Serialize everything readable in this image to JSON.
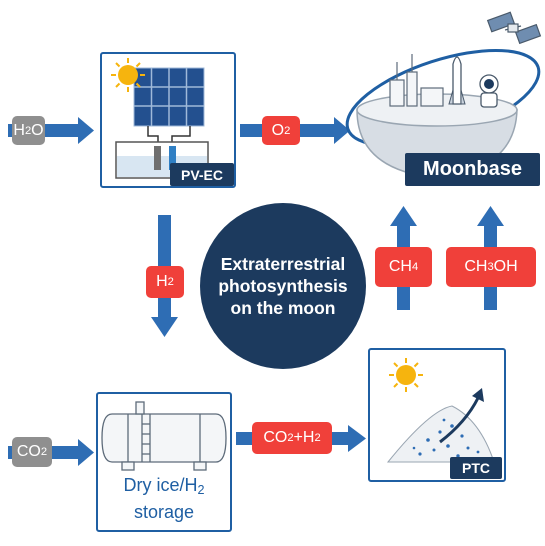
{
  "diagram": {
    "center_label_lines": [
      "Extraterrestrial",
      "photosynthesis",
      "on the moon"
    ],
    "pvec_label": "PV-EC",
    "moonbase_label": "Moonbase",
    "ptc_label": "PTC",
    "storage_label": {
      "line1_pre": "Dry ice/H",
      "line1_sub": "2",
      "line2": "storage"
    },
    "tags": {
      "h2o": {
        "main": "H",
        "sub": "2",
        "tail": "O"
      },
      "o2": {
        "main": "O",
        "sub": "2",
        "tail": ""
      },
      "h2": {
        "main": "H",
        "sub": "2",
        "tail": ""
      },
      "ch4": {
        "main": "CH",
        "sub": "4",
        "tail": ""
      },
      "ch3oh": {
        "main": "CH",
        "sub": "3",
        "tail": "OH"
      },
      "co2": {
        "main": "CO",
        "sub": "2",
        "tail": ""
      },
      "co2h2": {
        "main": "CO",
        "sub": "2",
        "tail": "+H",
        "sub2": "2"
      }
    },
    "colors": {
      "arrow_blue": "#2e6db4",
      "panel_border": "#1f5fa3",
      "tag_red": "#f0403a",
      "tag_gray": "#8f8f8f",
      "dark_navy": "#1c3a5e",
      "sun": "#f6b40e"
    }
  }
}
